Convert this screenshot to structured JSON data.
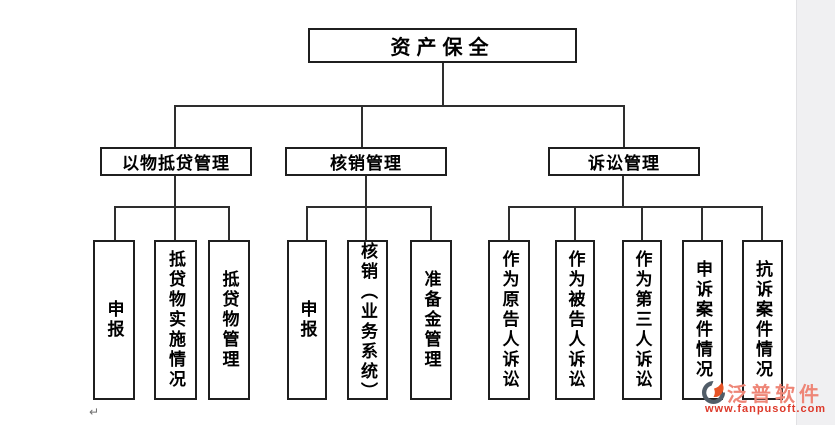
{
  "root": {
    "label": "资产保全"
  },
  "branches": [
    {
      "label": "以物抵贷管理",
      "children": [
        {
          "label": "申报"
        },
        {
          "label": "抵贷物实施情况"
        },
        {
          "label": "抵贷物管理"
        }
      ]
    },
    {
      "label": "核销管理",
      "children": [
        {
          "label": "申报"
        },
        {
          "label": "核销（业务系统）"
        },
        {
          "label": "准备金管理"
        }
      ]
    },
    {
      "label": "诉讼管理",
      "children": [
        {
          "label": "作为原告人诉讼"
        },
        {
          "label": "作为被告人诉讼"
        },
        {
          "label": "作为第三人诉讼"
        },
        {
          "label": "申诉案件情况"
        },
        {
          "label": "抗诉案件情况"
        }
      ]
    }
  ],
  "watermark": {
    "brand": "泛普软件",
    "url": "www.fanpusoft.com",
    "brand_color": "#ee8677",
    "url_color": "#dd3a2b",
    "logo_dark": "#515d68",
    "logo_accent": "#e65426"
  },
  "editor": {
    "paragraph_mark": "↵"
  },
  "colors": {
    "line": "#2e2e2e",
    "box_border": "#1f1f1f",
    "background": "#ffffff",
    "page_edge": "#f0f0f2"
  }
}
